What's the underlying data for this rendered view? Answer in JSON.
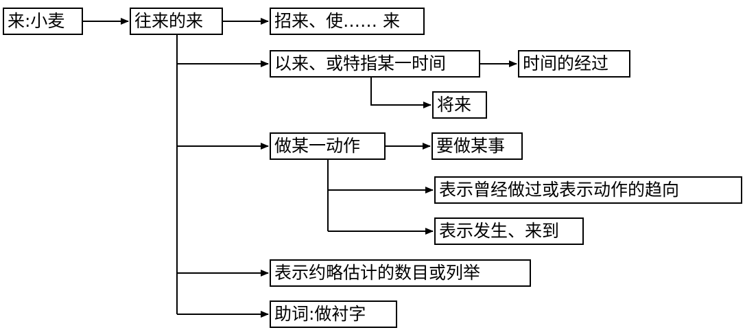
{
  "diagram": {
    "nodes": {
      "root": "来:小麦",
      "come": "往来的来",
      "invite": "招来、使…… 来",
      "since": "以来、或特指某一时间",
      "elapse": "时间的经过",
      "future": "将来",
      "act": "做某一动作",
      "want": "要做某事",
      "direction": "表示曾经做过或表示动作的趋向",
      "happen": "表示发生、来到",
      "approx": "表示约略估计的数目或列举",
      "particle": "助词:做衬字"
    },
    "edges": [
      [
        "root",
        "come"
      ],
      [
        "come",
        "invite"
      ],
      [
        "come",
        "since"
      ],
      [
        "come",
        "act"
      ],
      [
        "come",
        "approx"
      ],
      [
        "come",
        "particle"
      ],
      [
        "since",
        "elapse"
      ],
      [
        "since",
        "future"
      ],
      [
        "act",
        "want"
      ],
      [
        "act",
        "direction"
      ],
      [
        "act",
        "happen"
      ]
    ]
  },
  "colors": {
    "line": "#000000",
    "border": "#000000",
    "text": "#000000",
    "background": "#ffffff"
  }
}
